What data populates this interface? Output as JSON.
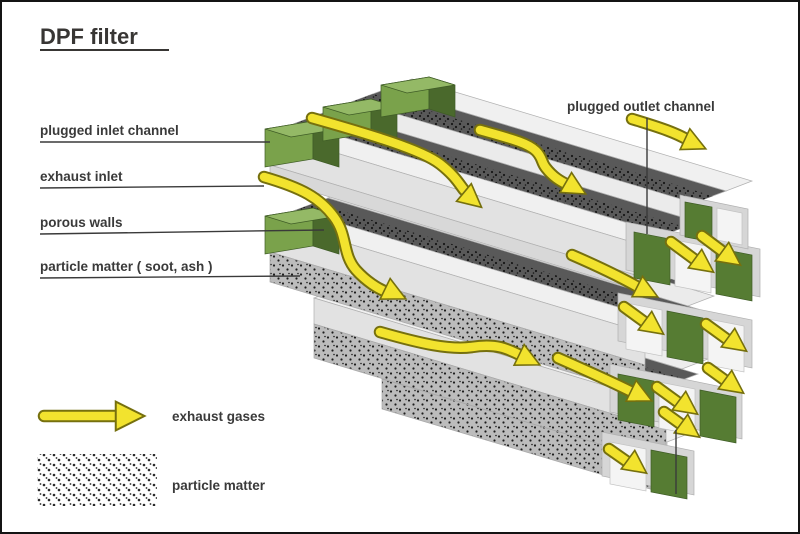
{
  "title": "DPF filter",
  "callouts": {
    "plugged_inlet": "plugged inlet channel",
    "exhaust_inlet": "exhaust inlet",
    "porous_walls": "porous walls",
    "particle_matter": "particle matter ( soot, ash )",
    "plugged_outlet": "plugged outlet channel"
  },
  "legend": {
    "exhaust_gases": "exhaust gases",
    "particle_matter": "particle matter"
  },
  "palette": {
    "arrow_yellow": "#f2e32e",
    "arrow_outline": "#76700e",
    "plug_green_top": "#94b966",
    "plug_green_mid": "#7aa24b",
    "plug_green_dark": "#4a692c",
    "outlet_plug_green": "#567c33",
    "ceramic_light": "#f0f0f0",
    "ceramic_mid": "#e2e2e2",
    "ceramic_dark": "#d8d8d8",
    "soot_dark": "#585858",
    "soot_light": "#bcbcbc",
    "label_color": "#3a3a3a",
    "background": "#ffffff"
  }
}
